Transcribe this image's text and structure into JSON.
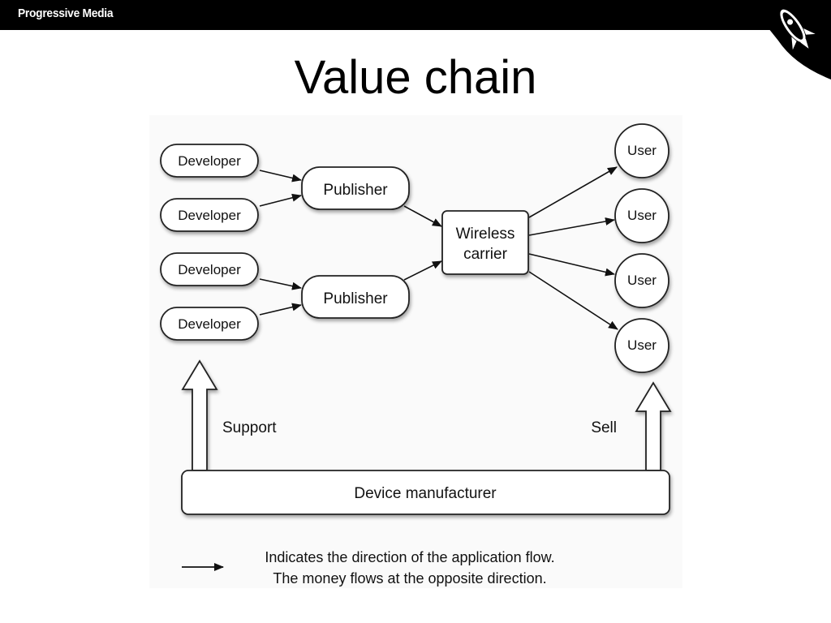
{
  "header": {
    "brand": "Progressive Media"
  },
  "slide": {
    "title": "Value chain"
  },
  "diagram": {
    "developers": [
      "Developer",
      "Developer",
      "Developer",
      "Developer"
    ],
    "publishers": [
      "Publisher",
      "Publisher"
    ],
    "carrier": {
      "line1": "Wireless",
      "line2": "carrier"
    },
    "users": [
      "User",
      "User",
      "User",
      "User"
    ],
    "support_label": "Support",
    "sell_label": "Sell",
    "manufacturer": "Device manufacturer",
    "legend_line1": "Indicates the direction of the application flow.",
    "legend_line2": "The money flows at the opposite direction."
  }
}
